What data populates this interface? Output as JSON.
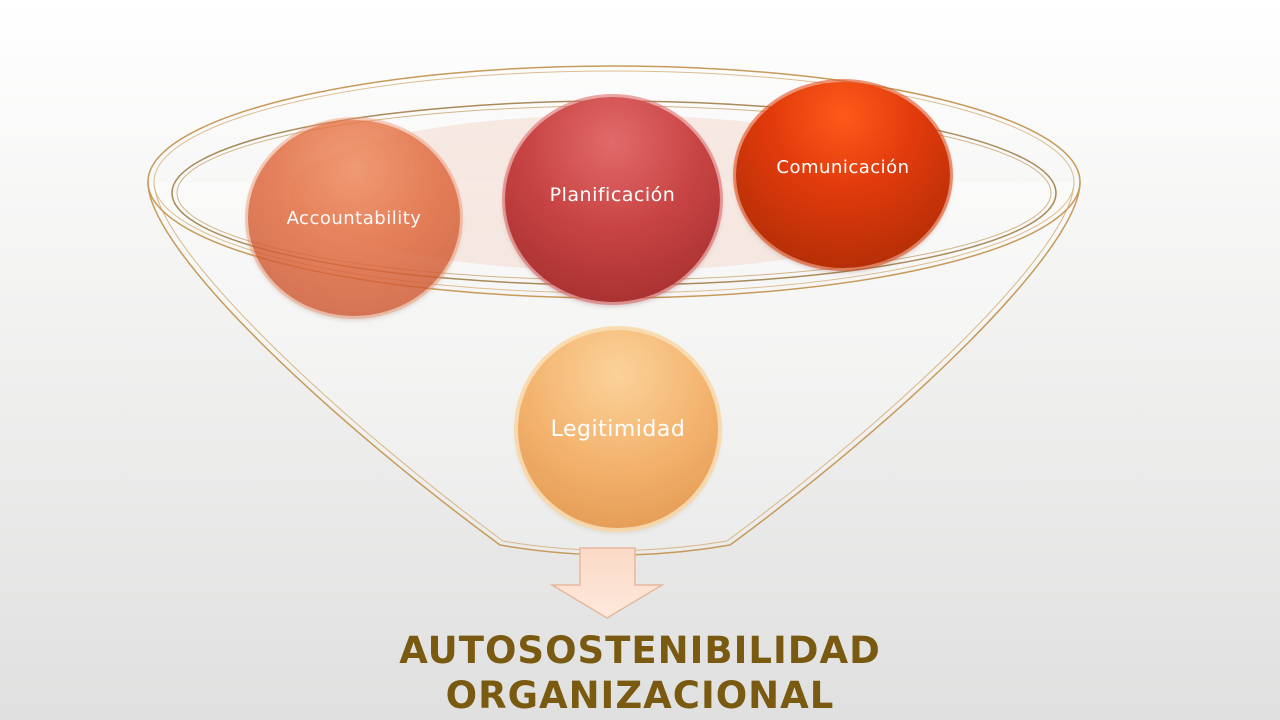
{
  "diagram": {
    "type": "funnel",
    "top_items": [
      {
        "id": "accountability",
        "label": "Accountability",
        "color": "#e0673a"
      },
      {
        "id": "planificacion",
        "label": "Planificación",
        "color": "#c84444"
      },
      {
        "id": "comunicacion",
        "label": "Comunicación",
        "color": "#e03a0c"
      }
    ],
    "base_item": {
      "id": "legitimidad",
      "label": "Legitimidad",
      "color": "#f3b36e"
    },
    "result": {
      "line1": "AUTOSOSTENIBILIDAD",
      "line2": "ORGANIZACIONAL",
      "color": "#7a5a10"
    },
    "colors": {
      "funnel_outline": "#c79a5a",
      "arrow_fill": "#fde3d3"
    }
  }
}
